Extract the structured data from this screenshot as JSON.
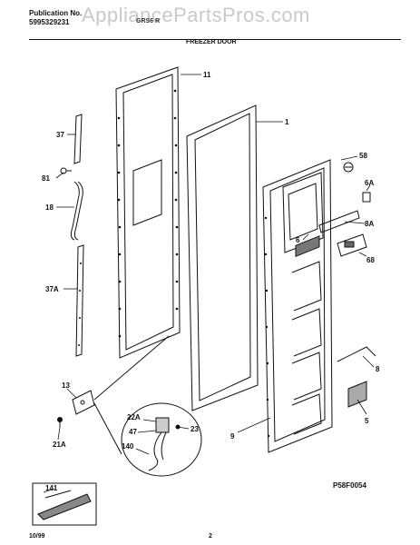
{
  "header": {
    "publication_label": "Publication No.",
    "publication_number": "5995329231",
    "watermark": "AppliancePartsPros.com",
    "model_partial": "GRS6 R",
    "section_title": "FREEZER DOOR"
  },
  "callouts": {
    "c11": "11",
    "c1": "1",
    "c37": "37",
    "c58": "58",
    "c81": "81",
    "c6A": "6A",
    "c18": "18",
    "c8A": "8A",
    "c6": "6",
    "c68": "68",
    "c37A": "37A",
    "c8": "8",
    "c13": "13",
    "c5": "5",
    "c22A": "22A",
    "c47": "47",
    "c23": "23",
    "c9": "9",
    "c21A": "21A",
    "c140": "140",
    "c141": "141"
  },
  "footer": {
    "diagram_code": "P58F0054",
    "date": "10/99",
    "page": "2"
  }
}
